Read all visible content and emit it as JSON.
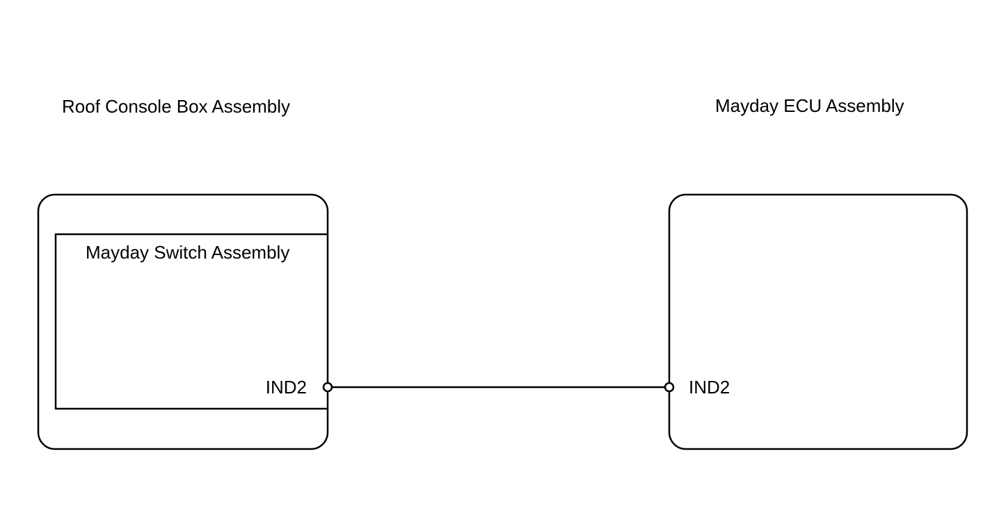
{
  "components": {
    "roof_console": {
      "label": "Roof Console Box Assembly"
    },
    "mayday_switch": {
      "label": "Mayday Switch Assembly",
      "terminal": "IND2"
    },
    "mayday_ecu": {
      "label": "Mayday ECU Assembly",
      "terminal": "IND2"
    }
  },
  "colors": {
    "line": "#000000",
    "background": "#ffffff"
  }
}
